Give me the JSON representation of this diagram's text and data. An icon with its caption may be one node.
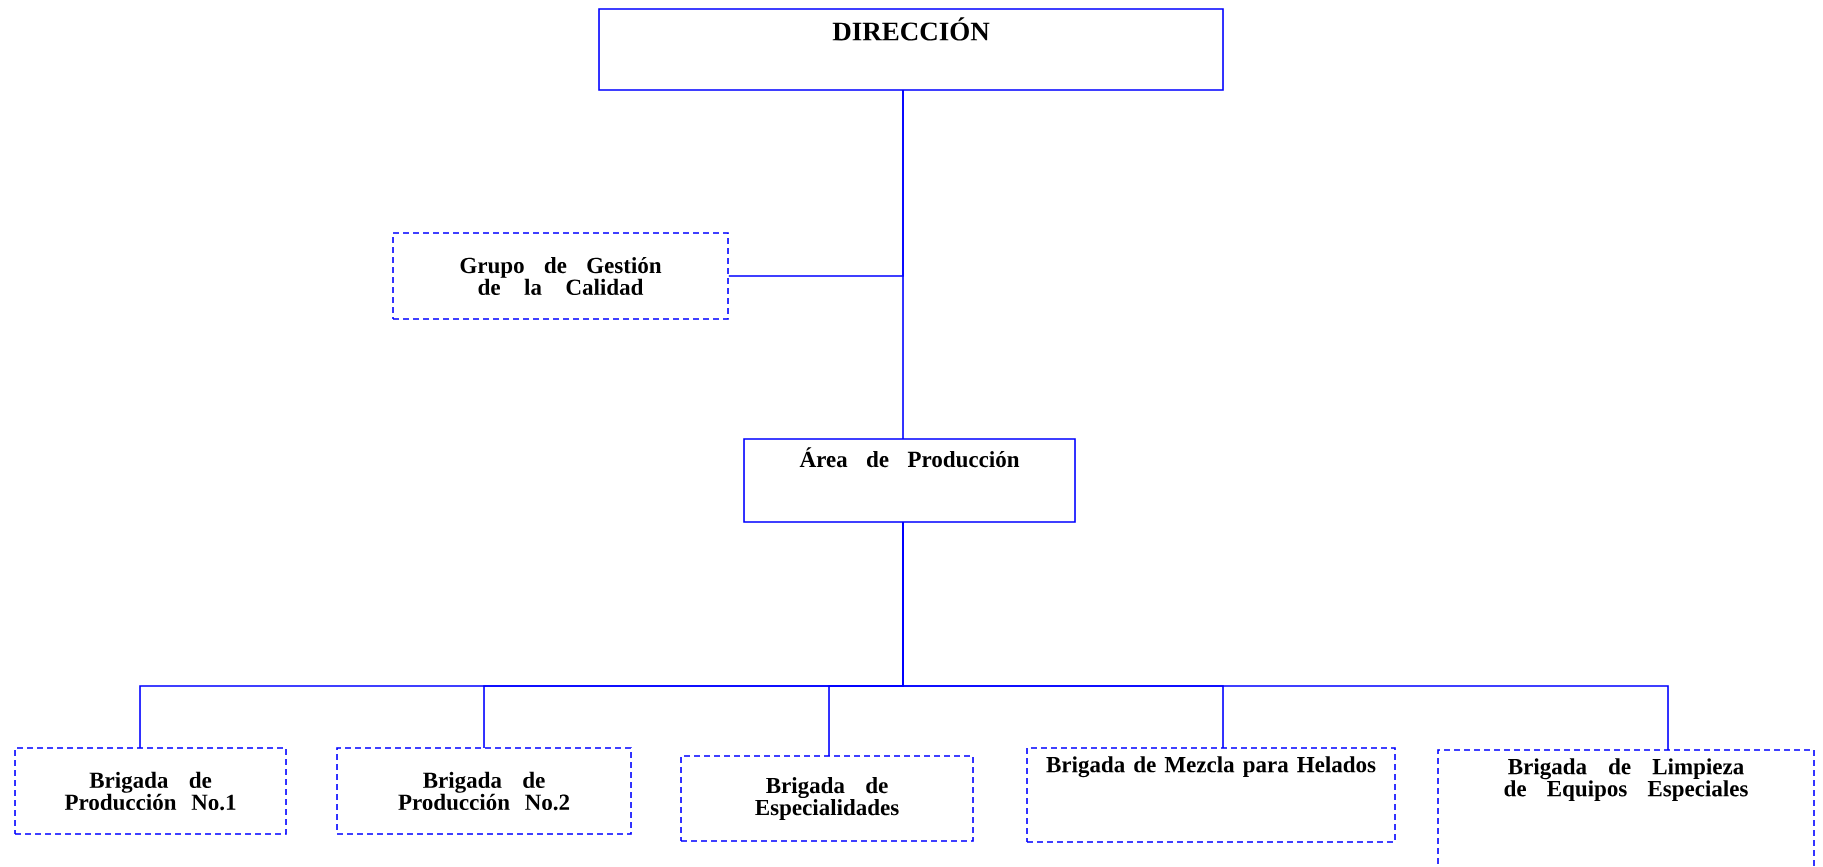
{
  "diagram": {
    "nodes": [
      {
        "text": [
          "DIRECCIÓN"
        ]
      },
      {
        "text": [
          "Grupo de Gestión de la Calidad"
        ]
      },
      {
        "text": [
          "Área de Producción"
        ]
      },
      {
        "text": [
          "Brigada de Producción No.1"
        ]
      },
      {
        "text": [
          "Brigada de Producción No.2"
        ]
      },
      {
        "text": [
          "Brigada de Especialidades"
        ]
      },
      {
        "text": [
          "Brigada de Mezcla para Helados"
        ]
      },
      {
        "text": [
          "Brigada de Limpieza de Equipos Especiales"
        ]
      }
    ],
    "edges": [
      {
        "from": 0,
        "to": 2,
        "arrow": "none"
      },
      {
        "from": 1,
        "to": 0,
        "arrow": "none"
      },
      {
        "from": 2,
        "to": 3,
        "arrow": "none"
      },
      {
        "from": 2,
        "to": 4,
        "arrow": "none"
      },
      {
        "from": 2,
        "to": 5,
        "arrow": "none"
      },
      {
        "from": 2,
        "to": 6,
        "arrow": "none"
      },
      {
        "from": 2,
        "to": 7,
        "arrow": "none"
      }
    ]
  }
}
